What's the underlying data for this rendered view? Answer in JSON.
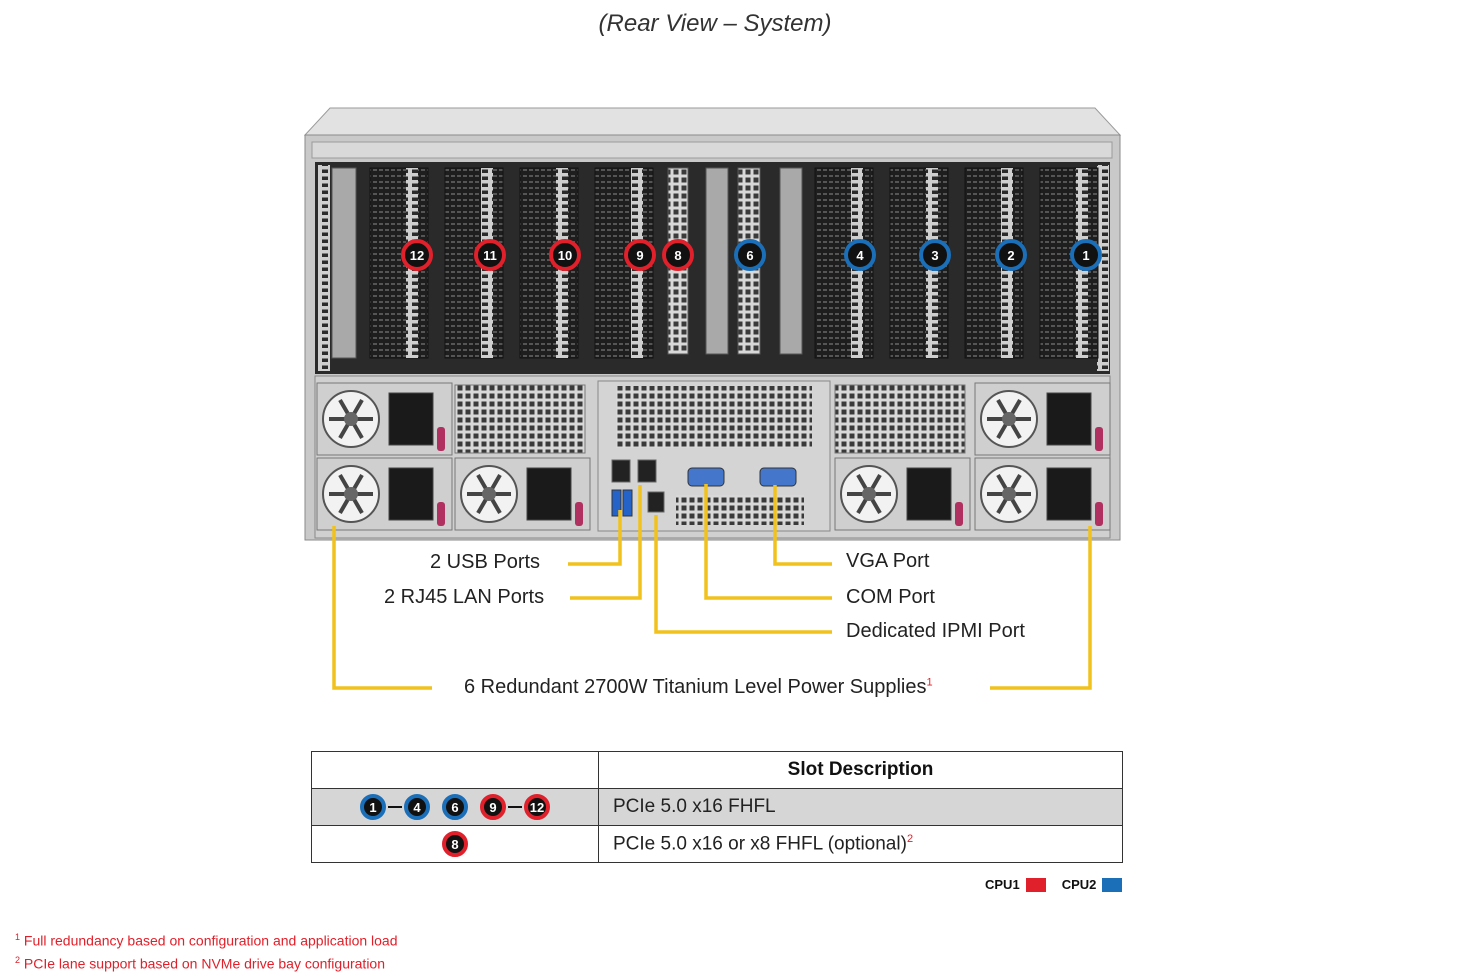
{
  "view_title": "(Rear View – System)",
  "slots": {
    "cpu1": [
      "12",
      "11",
      "10",
      "9",
      "8"
    ],
    "cpu2": [
      "6",
      "4",
      "3",
      "2",
      "1"
    ]
  },
  "callouts": {
    "usb": "2 USB Ports",
    "lan": "2 RJ45 LAN Ports",
    "vga": "VGA Port",
    "com": "COM Port",
    "ipmi": "Dedicated IPMI Port",
    "psu": "6 Redundant 2700W Titanium Level Power Supplies",
    "psu_note": "1"
  },
  "table": {
    "header": "Slot Description",
    "row1": {
      "badges": [
        "1",
        "4",
        "6",
        "9",
        "12"
      ],
      "description": "PCIe 5.0 x16 FHFL"
    },
    "row2": {
      "badge": "8",
      "description": "PCIe 5.0 x16 or x8 FHFL (optional)",
      "note": "2"
    }
  },
  "legend": {
    "cpu1_label": "CPU1",
    "cpu2_label": "CPU2",
    "cpu1_color": "#e0202a",
    "cpu2_color": "#1b6fb8"
  },
  "footnotes": [
    {
      "mark": "1",
      "text": "Full redundancy based on configuration and application load"
    },
    {
      "mark": "2",
      "text": "PCIe lane support based on NVMe drive bay configuration"
    }
  ]
}
